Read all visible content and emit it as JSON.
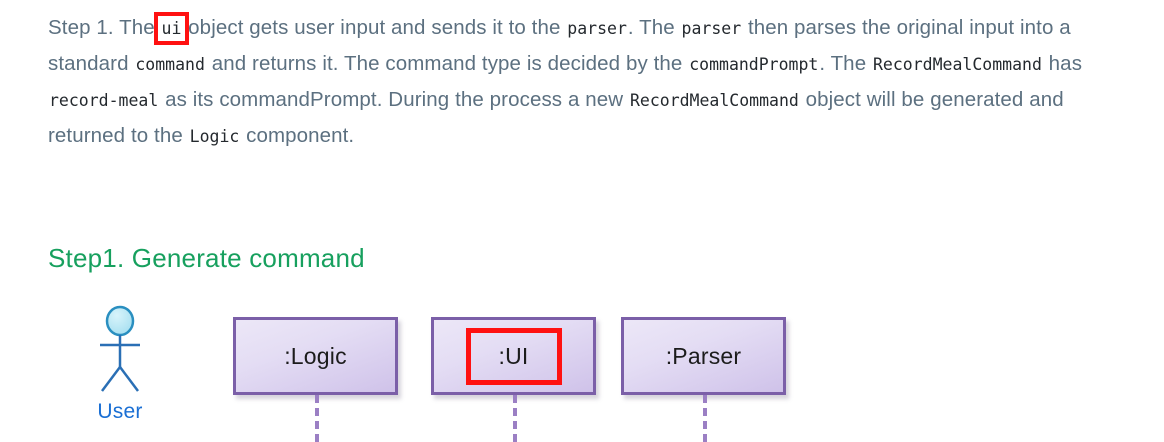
{
  "prose": {
    "segments": [
      {
        "kind": "text",
        "value": "Step 1. The "
      },
      {
        "kind": "code",
        "value": "ui",
        "highlight": true
      },
      {
        "kind": "text",
        "value": " object gets user input and sends it to the "
      },
      {
        "kind": "code",
        "value": "parser"
      },
      {
        "kind": "text",
        "value": ". The "
      },
      {
        "kind": "code",
        "value": "parser"
      },
      {
        "kind": "text",
        "value": " then parses the original input into a standard "
      },
      {
        "kind": "code",
        "value": "command"
      },
      {
        "kind": "text",
        "value": " and returns it. The command type is decided by the "
      },
      {
        "kind": "code",
        "value": "commandPrompt"
      },
      {
        "kind": "text",
        "value": ". The "
      },
      {
        "kind": "code",
        "value": "RecordMealCommand"
      },
      {
        "kind": "text",
        "value": " has "
      },
      {
        "kind": "code",
        "value": "record-meal"
      },
      {
        "kind": "text",
        "value": " as its commandPrompt. During the process a new "
      },
      {
        "kind": "code",
        "value": "RecordMealCommand"
      },
      {
        "kind": "text",
        "value": " object will be generated and returned to the "
      },
      {
        "kind": "code",
        "value": "Logic"
      },
      {
        "kind": "text",
        "value": " component."
      }
    ]
  },
  "heading": {
    "text": "Step1. Generate command",
    "color": "#17a05e"
  },
  "diagram": {
    "type": "uml-sequence-diagram",
    "actor": {
      "label": "User",
      "head_fill": "#b7e8f5",
      "stroke": "#2a6fb5",
      "label_color": "#1a6fd4"
    },
    "participants": [
      {
        "name": "logic",
        "label": ":Logic",
        "highlighted": false
      },
      {
        "name": "ui",
        "label": ":UI",
        "highlighted": true
      },
      {
        "name": "parser",
        "label": ":Parser",
        "highlighted": false
      }
    ],
    "box_border_color": "#7b5fa8",
    "box_fill_color": "#e4ddf4",
    "lifeline_color": "#9b7fc4",
    "highlight_color": "#ff1111"
  }
}
